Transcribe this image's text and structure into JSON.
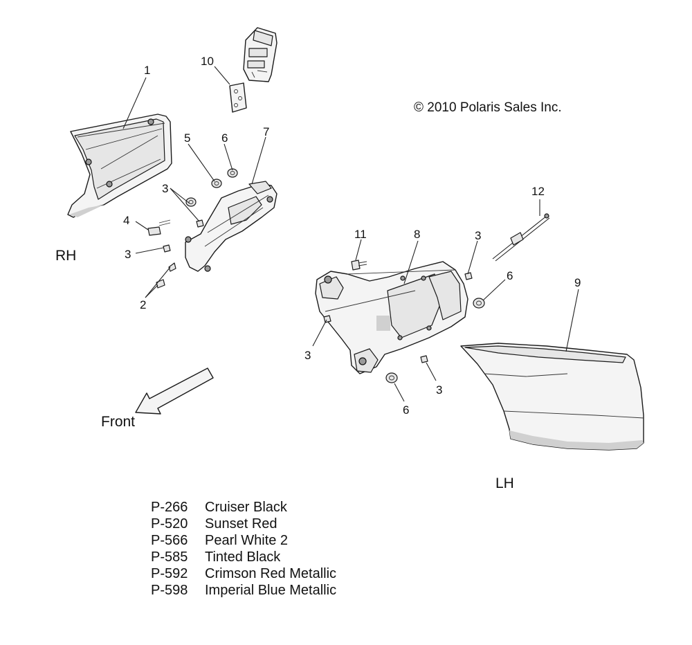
{
  "copyright": "© 2010 Polaris Sales Inc.",
  "side_labels": {
    "rh": "RH",
    "lh": "LH"
  },
  "direction_label": "Front",
  "callouts": {
    "c1": "1",
    "c10": "10",
    "c5": "5",
    "c6a": "6",
    "c7": "7",
    "c3a": "3",
    "c4": "4",
    "c3b": "3",
    "c2": "2",
    "c12": "12",
    "c11": "11",
    "c8": "8",
    "c3c": "3",
    "c6b": "6",
    "c9": "9",
    "c3d": "3",
    "c3e": "3",
    "c6c": "6"
  },
  "paint_codes": [
    {
      "code": "P-266",
      "name": "Cruiser Black"
    },
    {
      "code": "P-520",
      "name": "Sunset Red"
    },
    {
      "code": "P-566",
      "name": "Pearl White 2"
    },
    {
      "code": "P-585",
      "name": "Tinted Black"
    },
    {
      "code": "P-592",
      "name": "Crimson Red Metallic"
    },
    {
      "code": "P-598",
      "name": "Imperial Blue Metallic"
    }
  ]
}
